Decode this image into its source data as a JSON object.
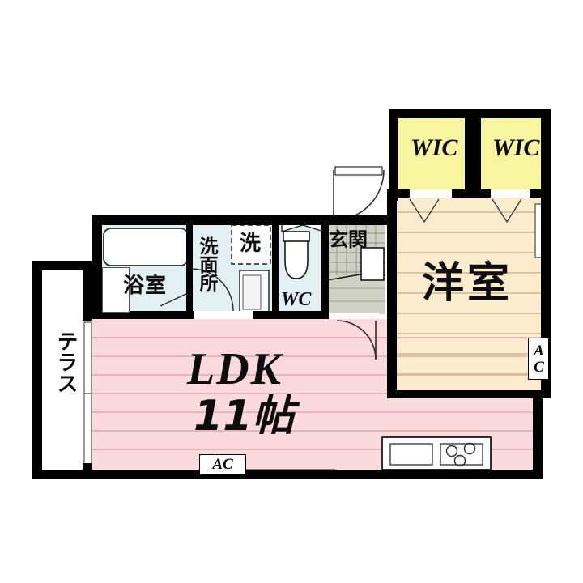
{
  "plan": {
    "type": "floor-plan",
    "unit_layout": "1LDK",
    "rooms": [
      {
        "id": "ldk",
        "label": "LDK",
        "size_label": "11帖",
        "fill": "#fadadd",
        "flooring": "horizontal-boards"
      },
      {
        "id": "washitsu",
        "label": "洋室",
        "size_label": "",
        "fill": "#faeccd",
        "flooring": "horizontal-boards"
      },
      {
        "id": "wic_left",
        "label": "WIC",
        "size_label": "",
        "fill": "#f7f5a0",
        "flooring": "none"
      },
      {
        "id": "wic_right",
        "label": "WIC",
        "size_label": "",
        "fill": "#f7f5a0",
        "flooring": "none"
      },
      {
        "id": "bath",
        "label": "浴室",
        "size_label": "",
        "fill": "#e2eff3",
        "flooring": "none"
      },
      {
        "id": "washroom",
        "label": "洗面所",
        "size_label": "",
        "fill": "#e2eff3",
        "flooring": "none"
      },
      {
        "id": "wc",
        "label": "WC",
        "size_label": "",
        "fill": "#e2eff3",
        "flooring": "none"
      },
      {
        "id": "entrance",
        "label": "玄関",
        "size_label": "",
        "fill": "#cfd1c4",
        "flooring": "tile"
      },
      {
        "id": "terrace",
        "label": "テラス",
        "size_label": "",
        "fill": "#ffffff",
        "flooring": "none"
      }
    ],
    "fixtures": [
      {
        "id": "washer",
        "label": "洗",
        "type": "washing-machine-space"
      },
      {
        "id": "bathtub",
        "label": "",
        "type": "bathtub"
      },
      {
        "id": "toilet",
        "label": "",
        "type": "toilet"
      },
      {
        "id": "vanity",
        "label": "",
        "type": "vanity-sink"
      },
      {
        "id": "kitchen_sink",
        "label": "",
        "type": "sink"
      },
      {
        "id": "stove",
        "label": "",
        "type": "three-burner-stove"
      },
      {
        "id": "shoe_box",
        "label": "",
        "type": "shoe-cabinet"
      }
    ],
    "ac_markers": [
      {
        "id": "ac_ldk",
        "label": "AC",
        "orientation": "horizontal"
      },
      {
        "id": "ac_room",
        "label": "AC",
        "orientation": "vertical"
      }
    ],
    "colors": {
      "wall": "#000000",
      "ldk_fill": "#fadadd",
      "room_fill": "#faeccd",
      "wic_fill": "#f7f5a0",
      "wet_fill": "#e2eff3",
      "entry_fill": "#cfd1c4",
      "board_line": "#d9a9ae",
      "board_line_room": "#cbbb92",
      "background": "#ffffff"
    }
  }
}
